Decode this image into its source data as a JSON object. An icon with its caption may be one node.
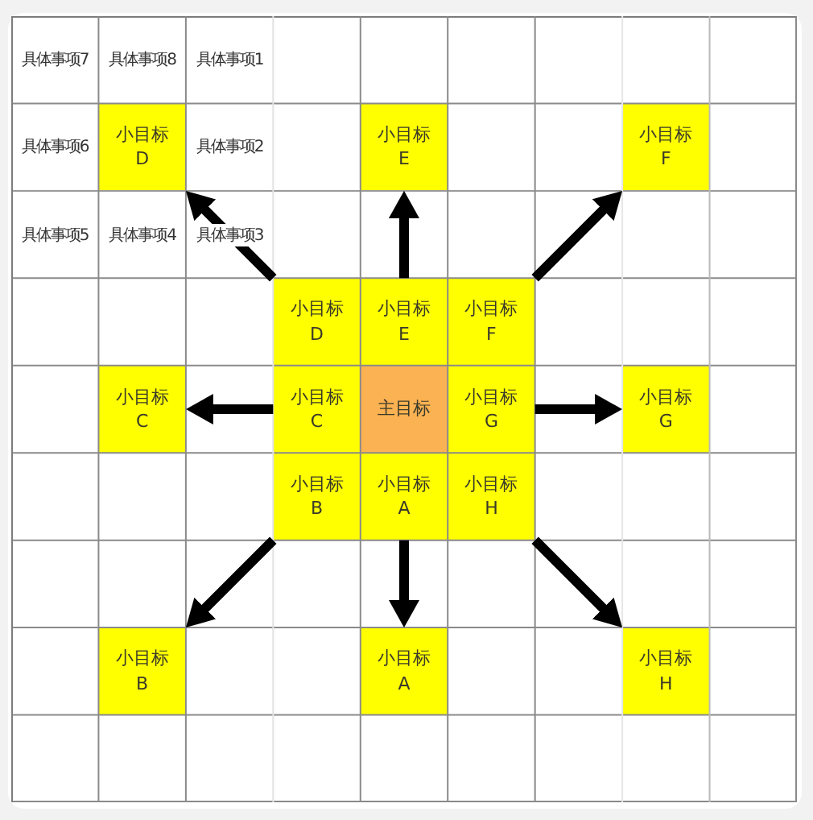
{
  "diagram": {
    "nodes": [
      {
        "text": [
          "小目标D"
        ]
      },
      {
        "text": [
          "小目标E"
        ]
      },
      {
        "text": [
          "小目标F"
        ]
      },
      {
        "text": [
          "小目标D"
        ]
      },
      {
        "text": [
          "小目标E"
        ]
      },
      {
        "text": [
          "小目标F"
        ]
      },
      {
        "text": [
          "小目标C"
        ]
      },
      {
        "text": [
          "小目标C"
        ]
      },
      {
        "text": [
          "主目标"
        ]
      },
      {
        "text": [
          "小目标G"
        ]
      },
      {
        "text": [
          "小目标G"
        ]
      },
      {
        "text": [
          "小目标B"
        ]
      },
      {
        "text": [
          "小目标A"
        ]
      },
      {
        "text": [
          "小目标H"
        ]
      },
      {
        "text": [
          "小目标B"
        ]
      },
      {
        "text": [
          "小目标A"
        ]
      },
      {
        "text": [
          "小目标H"
        ]
      }
    ],
    "edges": [
      {
        "from": 3,
        "to": 0,
        "arrow": "to"
      },
      {
        "from": 4,
        "to": 1,
        "arrow": "to"
      },
      {
        "from": 5,
        "to": 2,
        "arrow": "to"
      },
      {
        "from": 7,
        "to": 6,
        "arrow": "to"
      },
      {
        "from": 9,
        "to": 10,
        "arrow": "to"
      },
      {
        "from": 11,
        "to": 14,
        "arrow": "to"
      },
      {
        "from": 12,
        "to": 15,
        "arrow": "to"
      },
      {
        "from": 13,
        "to": 16,
        "arrow": "to"
      }
    ],
    "labels": [
      "具体事项7",
      "具体事项8",
      "具体事项1",
      "具体事项6",
      "具体事项2",
      "具体事项5",
      "具体事项4",
      "具体事项3"
    ]
  }
}
